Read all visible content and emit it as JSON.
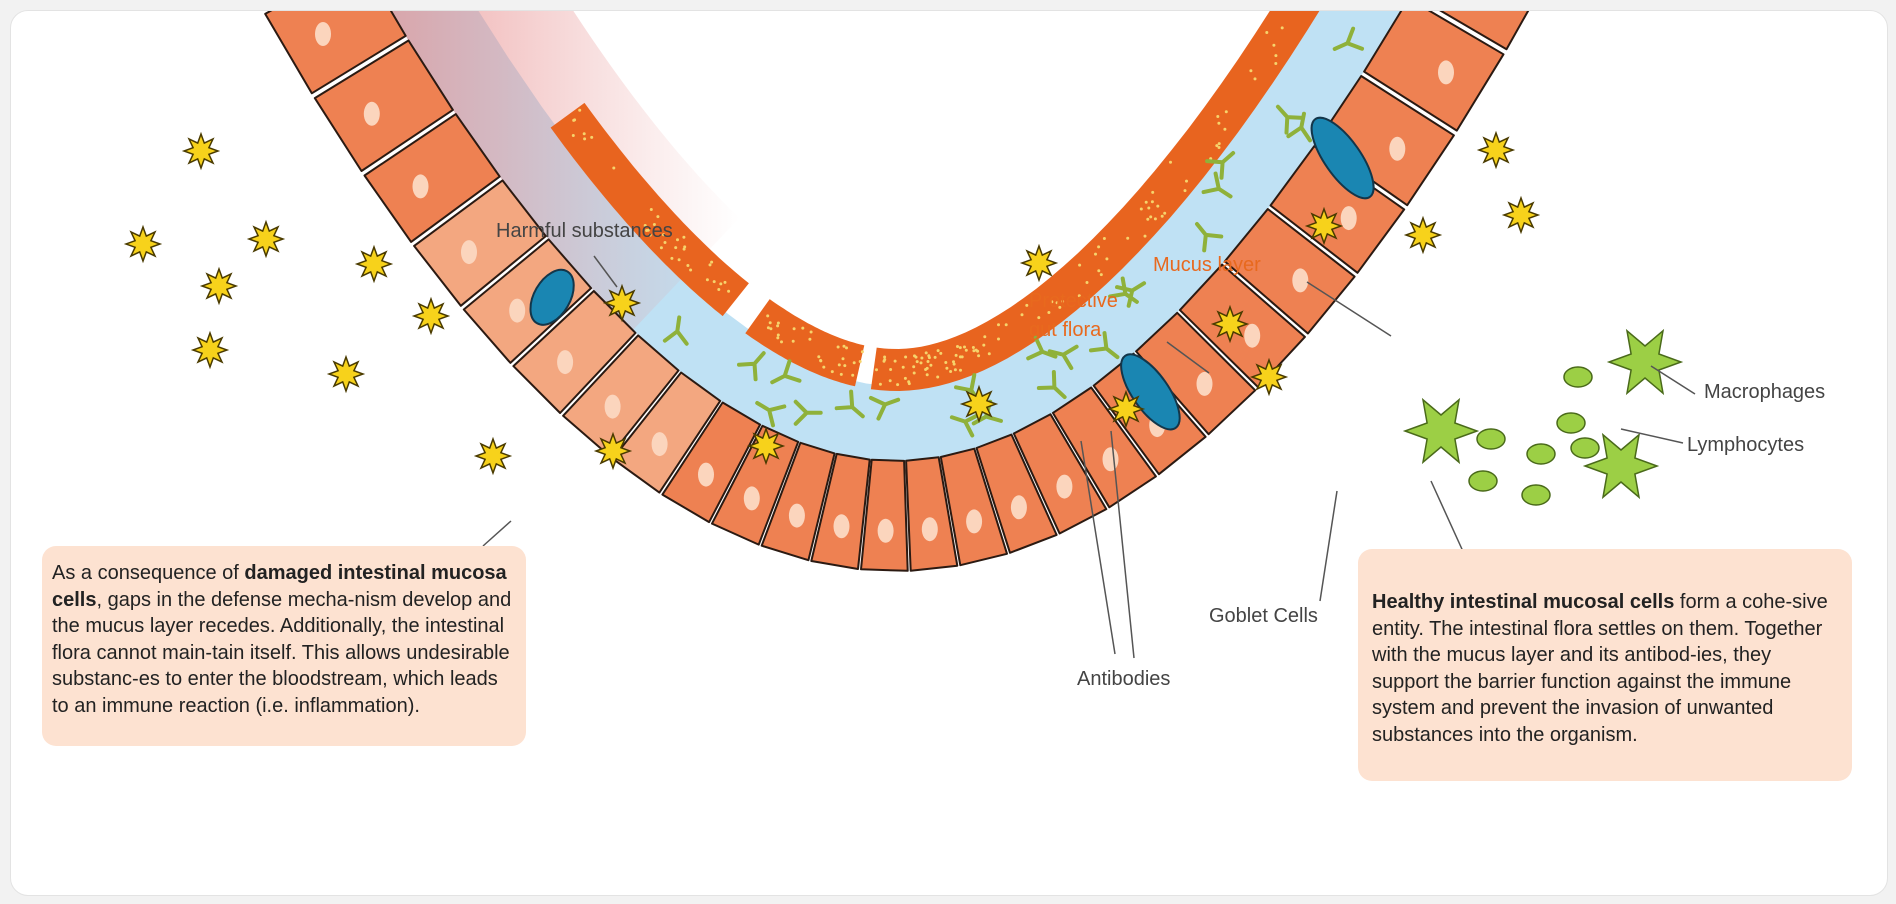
{
  "labels": {
    "harmful": "Harmful substances",
    "mucus": "Mucus layer",
    "flora_line1": "Protective",
    "flora_line2": "gut flora",
    "macrophages": "Macrophages",
    "lymphocytes": "Lymphocytes",
    "goblet": "Goblet Cells",
    "antibodies": "Antibodies"
  },
  "left_box": {
    "pre": "As a consequence of ",
    "bold": "damaged intestinal mucosa cells",
    "rest": ", gaps in the defense mecha-nism develop and the mucus layer recedes. Additionally, the intestinal flora cannot main-tain itself. This allows undesirable substanc-es to enter the bloodstream, which leads to an immune reaction (i.e. inflammation)."
  },
  "right_box": {
    "bold": "Healthy intestinal mucosal cells",
    "rest": " form a cohe-sive entity. The intestinal flora settles on them. Together with the mucus layer and its antibod-ies, they support the barrier function against the immune system and prevent the invasion of unwanted substances into the organism."
  },
  "colors": {
    "cell": "#ee8152",
    "cell_damaged": "#f3a780",
    "nucleus": "#fbd5bd",
    "mucus": "#e8641f",
    "flora_dots": "#f6d36b",
    "gel": "#bfe1f4",
    "goblet": "#1a86b2",
    "antibody": "#8fb13a",
    "harmful": "#f7d21b",
    "immune": "#9ccf45",
    "callout": "#fde2d1"
  }
}
